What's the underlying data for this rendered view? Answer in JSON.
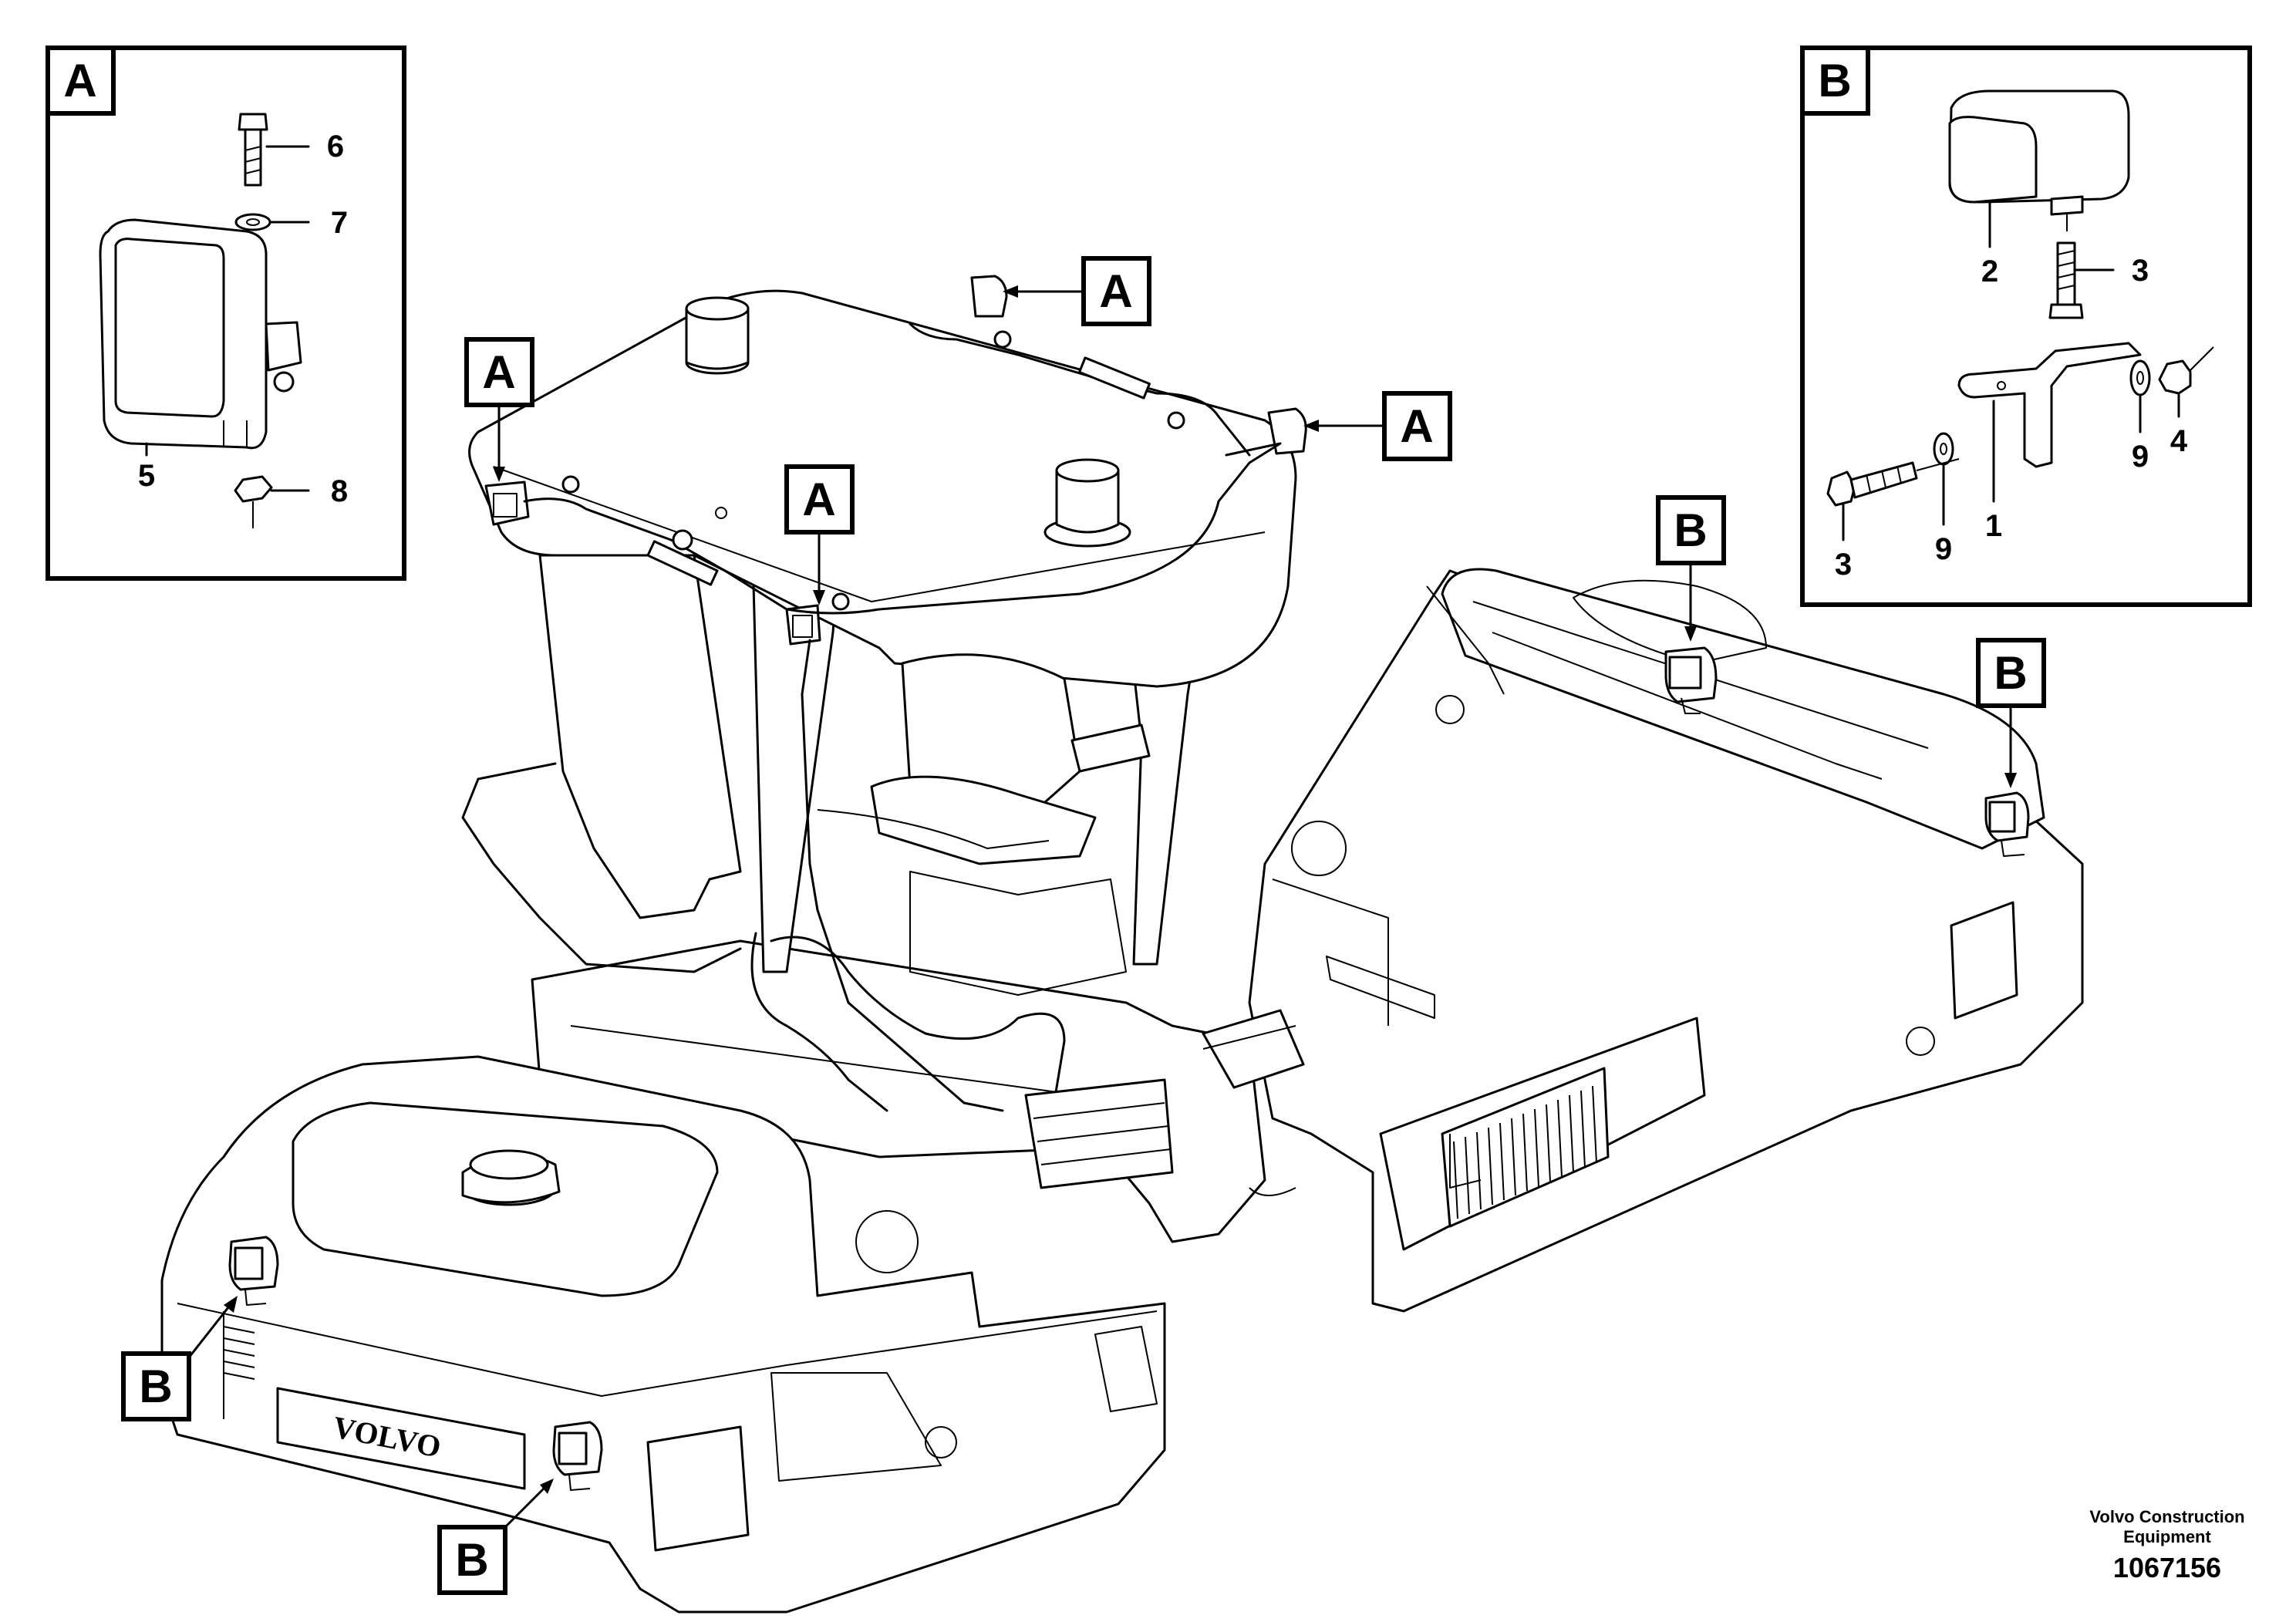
{
  "detail_a": {
    "tag": "A",
    "callouts": [
      "6",
      "7",
      "5",
      "8"
    ]
  },
  "detail_b": {
    "tag": "B",
    "callouts": [
      "2",
      "3",
      "9",
      "4",
      "3",
      "9",
      "1"
    ]
  },
  "tags": {
    "a": "A",
    "b": "B"
  },
  "logo_text": "VOLVO",
  "footer": {
    "company_line1": "Volvo Construction",
    "company_line2": "Equipment",
    "doc_number": "1067156"
  }
}
